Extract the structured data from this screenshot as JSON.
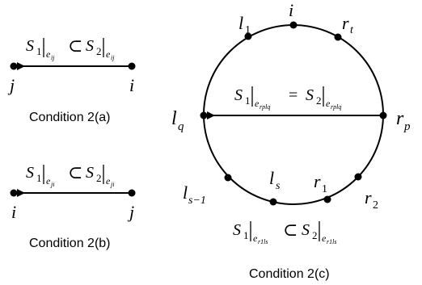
{
  "panel_a": {
    "caption": "Condition 2(a)",
    "formula": {
      "lhs": "S",
      "lhs_sub": "1",
      "lhs_edge": "e",
      "lhs_edge_sub": "ij",
      "relation": "⊂",
      "rhs": "S",
      "rhs_sub": "2",
      "rhs_edge": "e",
      "rhs_edge_sub": "ij"
    },
    "left_node": "j",
    "right_node": "i"
  },
  "panel_b": {
    "caption": "Condition 2(b)",
    "formula": {
      "lhs": "S",
      "lhs_sub": "1",
      "lhs_edge": "e",
      "lhs_edge_sub": "ji",
      "relation": "⊂",
      "rhs": "S",
      "rhs_sub": "2",
      "rhs_edge": "e",
      "rhs_edge_sub": "ji"
    },
    "left_node": "i",
    "right_node": "j"
  },
  "panel_c": {
    "caption": "Condition 2(c)",
    "nodes": {
      "l1": {
        "base": "l",
        "sub": "1"
      },
      "i": {
        "base": "i",
        "sub": ""
      },
      "rt": {
        "base": "r",
        "sub": "t"
      },
      "lq": {
        "base": "l",
        "sub": "q"
      },
      "rp": {
        "base": "r",
        "sub": "p"
      },
      "ls_minus_1": {
        "base": "l",
        "sub": "s−1"
      },
      "ls": {
        "base": "l",
        "sub": "s"
      },
      "r1": {
        "base": "r",
        "sub": "1"
      },
      "r2": {
        "base": "r",
        "sub": "2"
      }
    },
    "chord_formula": {
      "lhs": "S",
      "lhs_sub": "1",
      "lhs_edge": "e",
      "lhs_edge_sub": "rplq",
      "relation": "=",
      "rhs": "S",
      "rhs_sub": "2",
      "rhs_edge": "e",
      "rhs_edge_sub": "rplq"
    },
    "bottom_formula": {
      "lhs": "S",
      "lhs_sub": "1",
      "lhs_edge": "e",
      "lhs_edge_sub": "r1ls",
      "relation": "⊂",
      "rhs": "S",
      "rhs_sub": "2",
      "rhs_edge": "e",
      "rhs_edge_sub": "r1ls"
    }
  }
}
